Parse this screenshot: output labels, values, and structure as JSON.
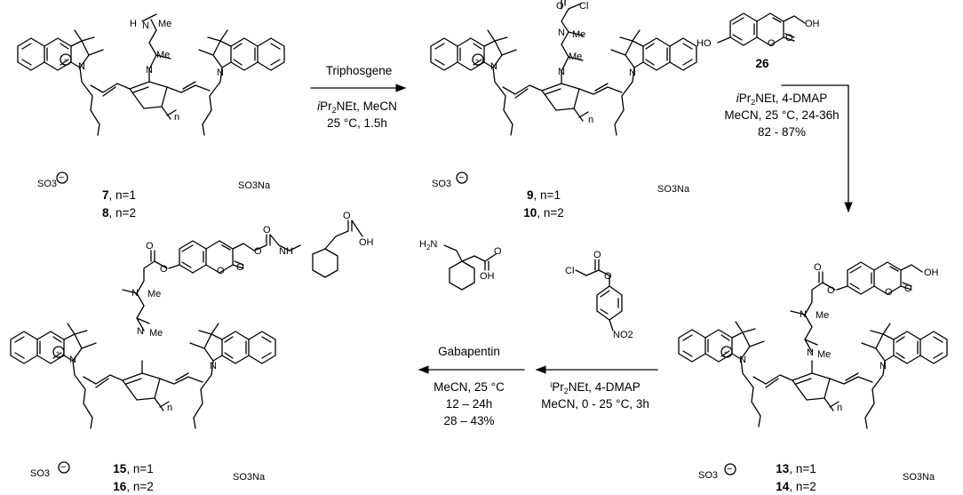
{
  "atoms": {
    "n": "n",
    "N": "N",
    "Me": "Me",
    "H": "H",
    "O": "O",
    "Cl": "Cl",
    "OH": "OH",
    "NH": "NH",
    "H2N": "H2N",
    "SO3": "SO3",
    "SO3Na": "SO3Na",
    "NO2": "NO2",
    "plus": "+",
    "minus": "−"
  },
  "compounds": {
    "c7": {
      "num": "7",
      "text": ", n=1"
    },
    "c8": {
      "num": "8",
      "text": ", n=2"
    },
    "c9": {
      "num": "9",
      "text": ", n=1"
    },
    "c10": {
      "num": "10",
      "text": ", n=2"
    },
    "c13": {
      "num": "13",
      "text": ", n=1"
    },
    "c14": {
      "num": "14",
      "text": ", n=2"
    },
    "c15": {
      "num": "15",
      "text": ", n=1"
    },
    "c16": {
      "num": "16",
      "text": ", n=2"
    },
    "c26": {
      "num": "26"
    }
  },
  "steps": {
    "step1": {
      "l1": "Triphosgene",
      "l2a": "i",
      "l2b": "Pr",
      "l2c": "2",
      "l2d": "NEt, MeCN",
      "l3": "25 °C, 1.5h"
    },
    "step2": {
      "l1a": "i",
      "l1b": "Pr",
      "l1c": "2",
      "l1d": "NEt, 4-DMAP",
      "l2": "MeCN, 25 °C, 24-36h",
      "l3": "82 - 87%"
    },
    "step3": {
      "l1a": "i",
      "l1b": "Pr",
      "l1c": "2",
      "l1d": "NEt, 4-DMAP",
      "l2": "MeCN, 0 - 25 °C, 3h"
    },
    "step4": {
      "l1": "Gabapentin",
      "l2": "MeCN, 25 °C",
      "l3": "12 – 24h",
      "l4": "28 – 43%"
    }
  }
}
